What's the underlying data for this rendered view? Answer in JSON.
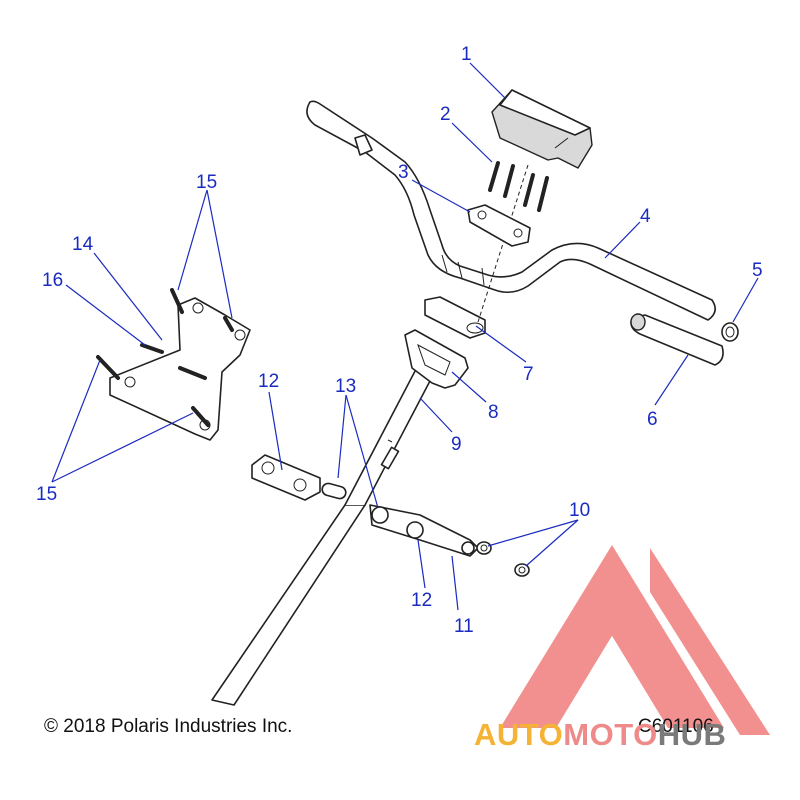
{
  "diagram": {
    "callouts": [
      "1",
      "2",
      "3",
      "4",
      "5",
      "6",
      "7",
      "8",
      "9",
      "10",
      "11",
      "12",
      "12",
      "13",
      "14",
      "15",
      "15",
      "16"
    ],
    "copyright": "© 2018 Polaris Industries Inc.",
    "drawing_code": "C601106"
  },
  "watermark": {
    "part1": "AUTO",
    "part2": "MOTO",
    "part3": "HUB",
    "colors": {
      "orange": "#f5b335",
      "pink": "#ef8a8a",
      "gray": "#7a7a7a",
      "triangle": "#ee6b6b"
    }
  },
  "colors": {
    "callout": "#1a2bbf",
    "line": "#222222"
  }
}
